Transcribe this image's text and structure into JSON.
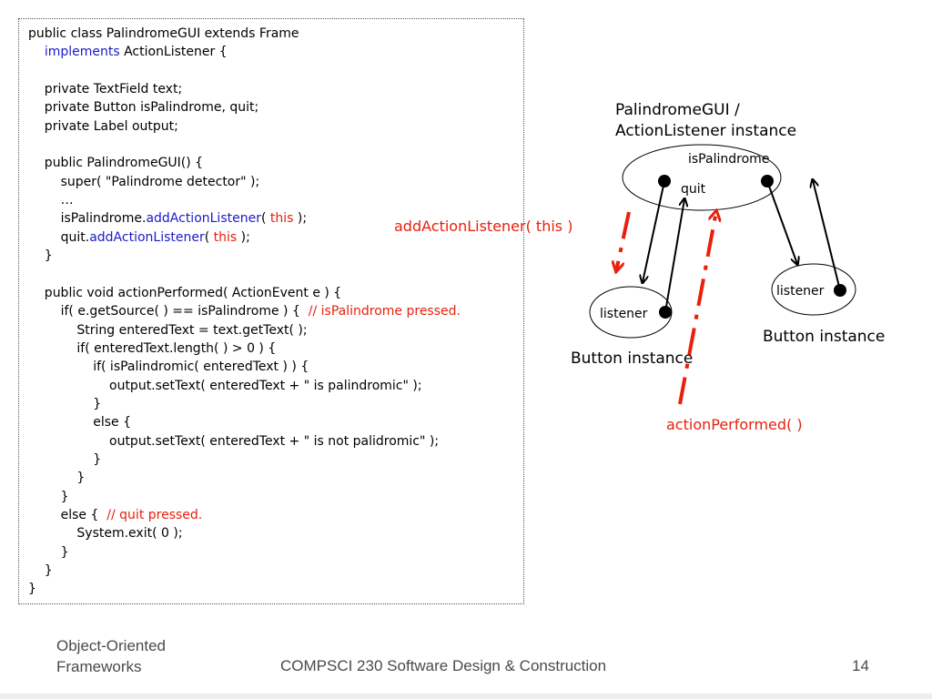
{
  "code_lines": [
    [
      {
        "t": "public class PalindromeGUI extends Frame",
        "c": "black"
      }
    ],
    [
      {
        "t": "    ",
        "c": "black"
      },
      {
        "t": "implements",
        "c": "blue"
      },
      {
        "t": " ActionListener {",
        "c": "black"
      }
    ],
    [
      {
        "t": "",
        "c": "black"
      }
    ],
    [
      {
        "t": "    private TextField text;",
        "c": "black"
      }
    ],
    [
      {
        "t": "    private Button isPalindrome, quit;",
        "c": "black"
      }
    ],
    [
      {
        "t": "    private Label output;",
        "c": "black"
      }
    ],
    [
      {
        "t": "",
        "c": "black"
      }
    ],
    [
      {
        "t": "    public PalindromeGUI() {",
        "c": "black"
      }
    ],
    [
      {
        "t": "        super( \"Palindrome detector\" );",
        "c": "black"
      }
    ],
    [
      {
        "t": "        …",
        "c": "black"
      }
    ],
    [
      {
        "t": "        isPalindrome.",
        "c": "black"
      },
      {
        "t": "addActionListener",
        "c": "blue"
      },
      {
        "t": "( ",
        "c": "black"
      },
      {
        "t": "this",
        "c": "red"
      },
      {
        "t": " );",
        "c": "black"
      }
    ],
    [
      {
        "t": "        quit.",
        "c": "black"
      },
      {
        "t": "addActionListener",
        "c": "blue"
      },
      {
        "t": "( ",
        "c": "black"
      },
      {
        "t": "this",
        "c": "red"
      },
      {
        "t": " );",
        "c": "black"
      }
    ],
    [
      {
        "t": "    }",
        "c": "black"
      }
    ],
    [
      {
        "t": "",
        "c": "black"
      }
    ],
    [
      {
        "t": "    public void actionPerformed( ActionEvent e ) {",
        "c": "black"
      }
    ],
    [
      {
        "t": "        if( e.getSource( ) == isPalindrome ) {  ",
        "c": "black"
      },
      {
        "t": "// isPalindrome pressed.",
        "c": "red"
      }
    ],
    [
      {
        "t": "            String enteredText = text.getText( );",
        "c": "black"
      }
    ],
    [
      {
        "t": "            if( enteredText.length( ) > 0 ) {",
        "c": "black"
      }
    ],
    [
      {
        "t": "                if( isPalindromic( enteredText ) ) {",
        "c": "black"
      }
    ],
    [
      {
        "t": "                    output.setText( enteredText + \" is palindromic\" );",
        "c": "black"
      }
    ],
    [
      {
        "t": "                }",
        "c": "black"
      }
    ],
    [
      {
        "t": "                else {",
        "c": "black"
      }
    ],
    [
      {
        "t": "                    output.setText( enteredText + \" is not palidromic\" );",
        "c": "black"
      }
    ],
    [
      {
        "t": "                }",
        "c": "black"
      }
    ],
    [
      {
        "t": "            }",
        "c": "black"
      }
    ],
    [
      {
        "t": "        }",
        "c": "black"
      }
    ],
    [
      {
        "t": "        else {  ",
        "c": "black"
      },
      {
        "t": "// quit pressed.",
        "c": "red"
      }
    ],
    [
      {
        "t": "            System.exit( 0 );",
        "c": "black"
      }
    ],
    [
      {
        "t": "        }",
        "c": "black"
      }
    ],
    [
      {
        "t": "    }",
        "c": "black"
      }
    ],
    [
      {
        "t": "}",
        "c": "black"
      }
    ]
  ],
  "diagram": {
    "main_label_line1": "PalindromeGUI /",
    "main_label_line2": "ActionListener instance",
    "port_ispalindrome": "isPalindrome",
    "port_quit": "quit",
    "left_listener": "listener",
    "right_listener": "listener",
    "left_button_caption": "Button instance",
    "right_button_caption": "Button instance",
    "add_action_label": "addActionListener( this )",
    "action_performed_label": "actionPerformed( )"
  },
  "footer": {
    "left_line1": "Object-Oriented",
    "left_line2": "Frameworks",
    "center": "COMPSCI 230 Software Design & Construction",
    "page_number": "14"
  },
  "colors": {
    "keyword_blue": "#1a1acc",
    "highlight_red": "#e8200c",
    "footer_gray": "#4a4a4a"
  }
}
